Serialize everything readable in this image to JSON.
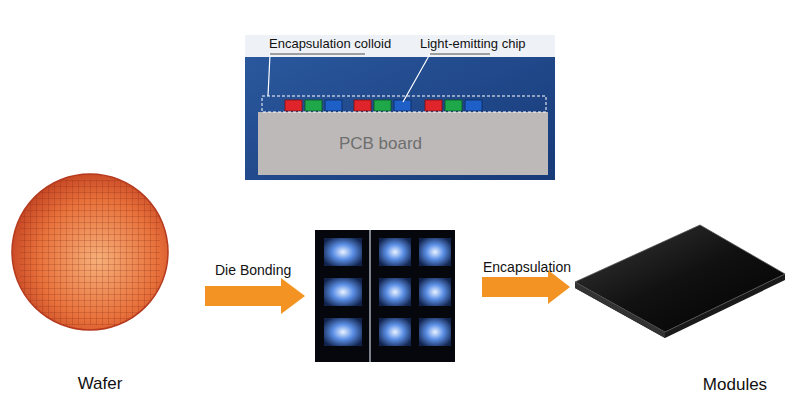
{
  "diagram": {
    "nodes": [
      {
        "text": [
          "PCB board"
        ]
      },
      {
        "text": [
          "Wafer"
        ]
      },
      {
        "text": []
      },
      {
        "text": [
          "Modules"
        ]
      }
    ],
    "edges": [
      {
        "from": 1,
        "to": 2,
        "label": "Die Bonding",
        "arrow": "to"
      },
      {
        "from": 2,
        "to": 3,
        "label": "Encapsulation",
        "arrow": "to"
      }
    ],
    "labels": [
      "Encapsulation colloid",
      "Light-emitting chip"
    ]
  }
}
